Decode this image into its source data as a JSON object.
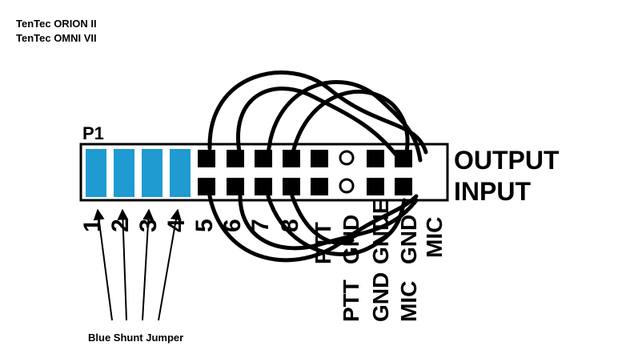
{
  "radios": [
    "TenTec ORION II",
    "TenTec OMNI VII"
  ],
  "connector": {
    "name": "P1",
    "row_labels": {
      "top": "OUTPUT",
      "bottom": "INPUT"
    },
    "pin_numbers": [
      "1",
      "2",
      "3",
      "4",
      "5",
      "6",
      "7",
      "8"
    ],
    "pins": [
      {
        "type": "shunt"
      },
      {
        "type": "shunt"
      },
      {
        "type": "shunt"
      },
      {
        "type": "shunt"
      },
      {
        "type": "solid"
      },
      {
        "type": "solid"
      },
      {
        "type": "solid"
      },
      {
        "type": "solid"
      },
      {
        "type": "solid"
      },
      {
        "type": "open"
      },
      {
        "type": "solid"
      },
      {
        "type": "solid"
      }
    ],
    "signal_labels_upper": [
      "PTT",
      "GND",
      "GND",
      "TIE",
      "GND",
      "MIC"
    ],
    "signal_labels_lower": [
      "PTT",
      "GND",
      "MIC"
    ]
  },
  "jumper_label": "Blue Shunt Jumper",
  "colors": {
    "shunt": "#1f9bd1",
    "ink": "#000000",
    "background": "#ffffff"
  }
}
